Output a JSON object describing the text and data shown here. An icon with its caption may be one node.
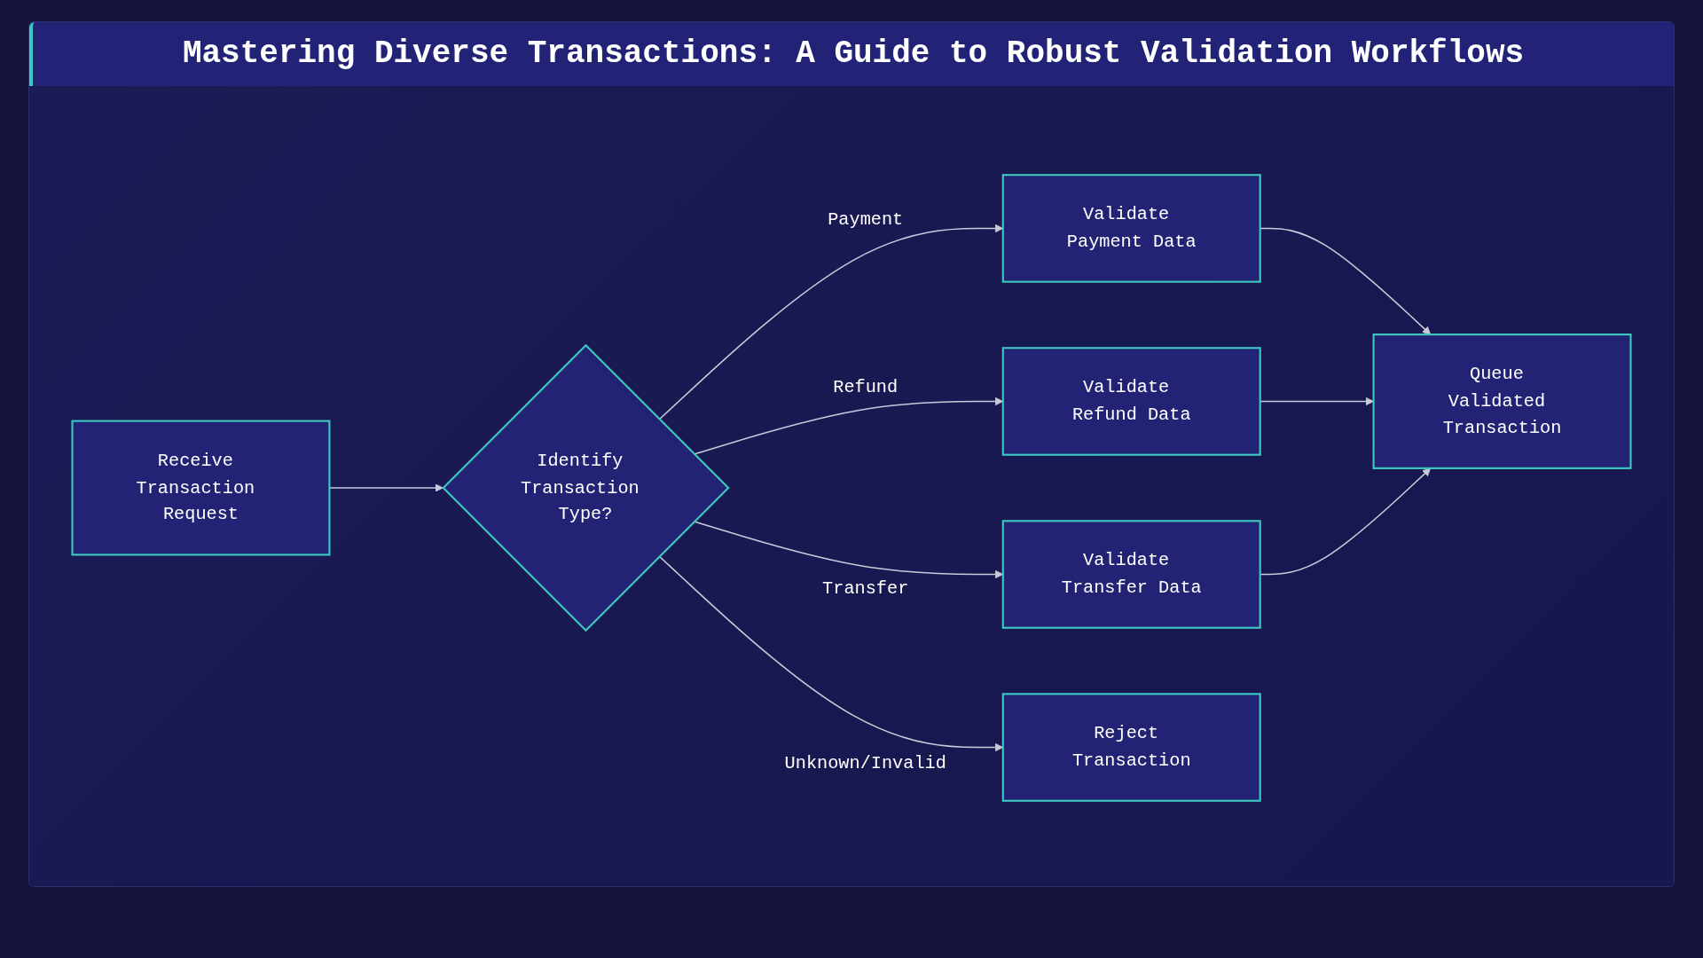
{
  "diagram": {
    "title": "Mastering Diverse Transactions: A Guide to Robust Validation Workflows",
    "nodes": [
      {
        "text": [
          "Receive Transaction Request"
        ]
      },
      {
        "text": [
          "Identify Transaction Type?"
        ]
      },
      {
        "text": [
          "Validate Payment Data"
        ]
      },
      {
        "text": [
          "Validate Refund Data"
        ]
      },
      {
        "text": [
          "Validate Transfer Data"
        ]
      },
      {
        "text": [
          "Reject Transaction"
        ]
      },
      {
        "text": [
          "Queue Validated Transaction"
        ]
      }
    ],
    "edges": [
      {
        "from": 0,
        "to": 1,
        "arrow": "to"
      },
      {
        "from": 1,
        "to": 2,
        "label": "Payment",
        "arrow": "to"
      },
      {
        "from": 1,
        "to": 3,
        "label": "Refund",
        "arrow": "to"
      },
      {
        "from": 1,
        "to": 4,
        "label": "Transfer",
        "arrow": "to"
      },
      {
        "from": 1,
        "to": 5,
        "label": "Unknown/Invalid",
        "arrow": "to"
      },
      {
        "from": 2,
        "to": 6,
        "arrow": "to"
      },
      {
        "from": 3,
        "to": 6,
        "arrow": "to"
      },
      {
        "from": 4,
        "to": 6,
        "arrow": "to"
      }
    ]
  }
}
